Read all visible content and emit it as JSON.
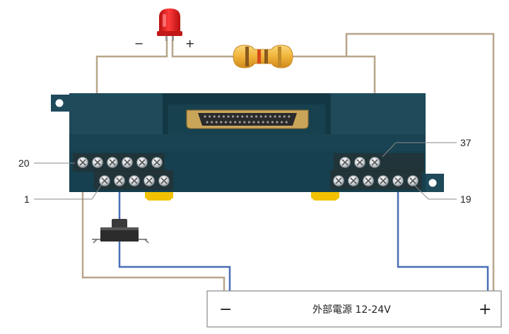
{
  "led": {
    "minus_symbol": "−",
    "plus_symbol": "+"
  },
  "terminals": {
    "label_20": "20",
    "label_1": "1",
    "label_37": "37",
    "label_19": "19"
  },
  "power_supply": {
    "title": "外部電源 12-24V",
    "minus_symbol": "−",
    "plus_symbol": "+"
  },
  "colors": {
    "board": "#1e4a5a",
    "board_dark": "#143843",
    "wire_tan": "#b8a68a",
    "wire_blue": "#4a6fb5",
    "led_red": "#e02020",
    "connector_gold": "#c9a55a",
    "clip_yellow": "#f2c200"
  }
}
